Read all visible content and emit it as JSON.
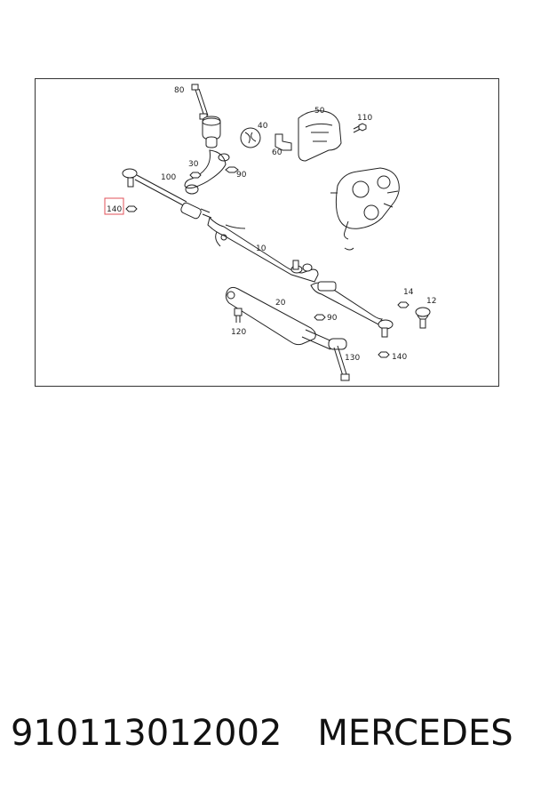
{
  "diagram": {
    "callouts": {
      "c80": "80",
      "c40": "40",
      "c50": "50",
      "c110": "110",
      "c60": "60",
      "c30": "30",
      "c100": "100",
      "c90a": "90",
      "c140a": "140",
      "c10": "10",
      "c14": "14",
      "c12": "12",
      "c20": "20",
      "c90b": "90",
      "c120": "120",
      "c130": "130",
      "c140b": "140"
    },
    "highlight_color": "#e0505a"
  },
  "caption": {
    "part_number": "910113012002",
    "brand": "MERCEDES"
  }
}
